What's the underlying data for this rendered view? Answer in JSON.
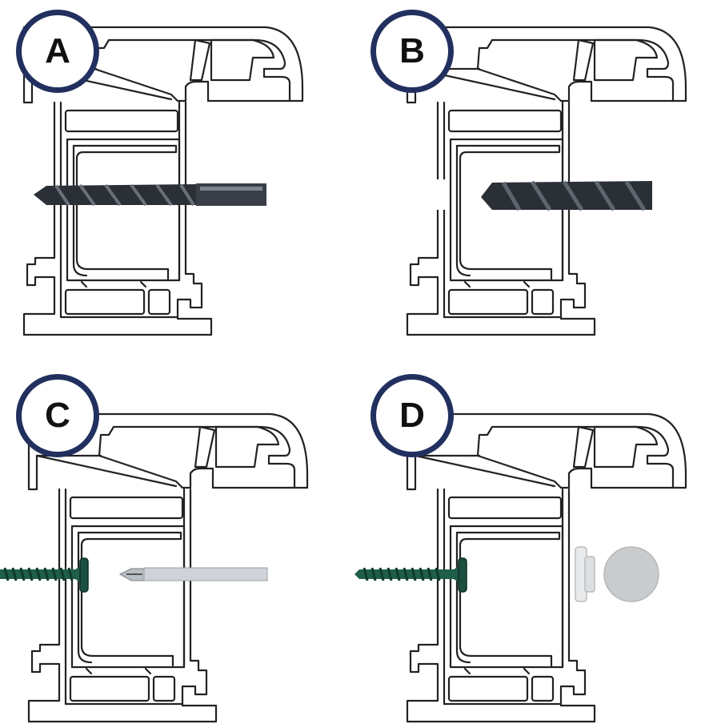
{
  "panels": [
    {
      "label": "A",
      "step": "pilot-drill"
    },
    {
      "label": "B",
      "step": "counterbore-drill"
    },
    {
      "label": "C",
      "step": "screw-and-screwdriver"
    },
    {
      "label": "D",
      "step": "screw-and-cover-cap"
    }
  ],
  "colors": {
    "badge_ring": "#22305f",
    "profile_line": "#222222",
    "drill": "#2b2f36",
    "screw": "#1f5e4b",
    "screwdriver": "#c9cdd1",
    "cap": "#c9cbcd"
  }
}
